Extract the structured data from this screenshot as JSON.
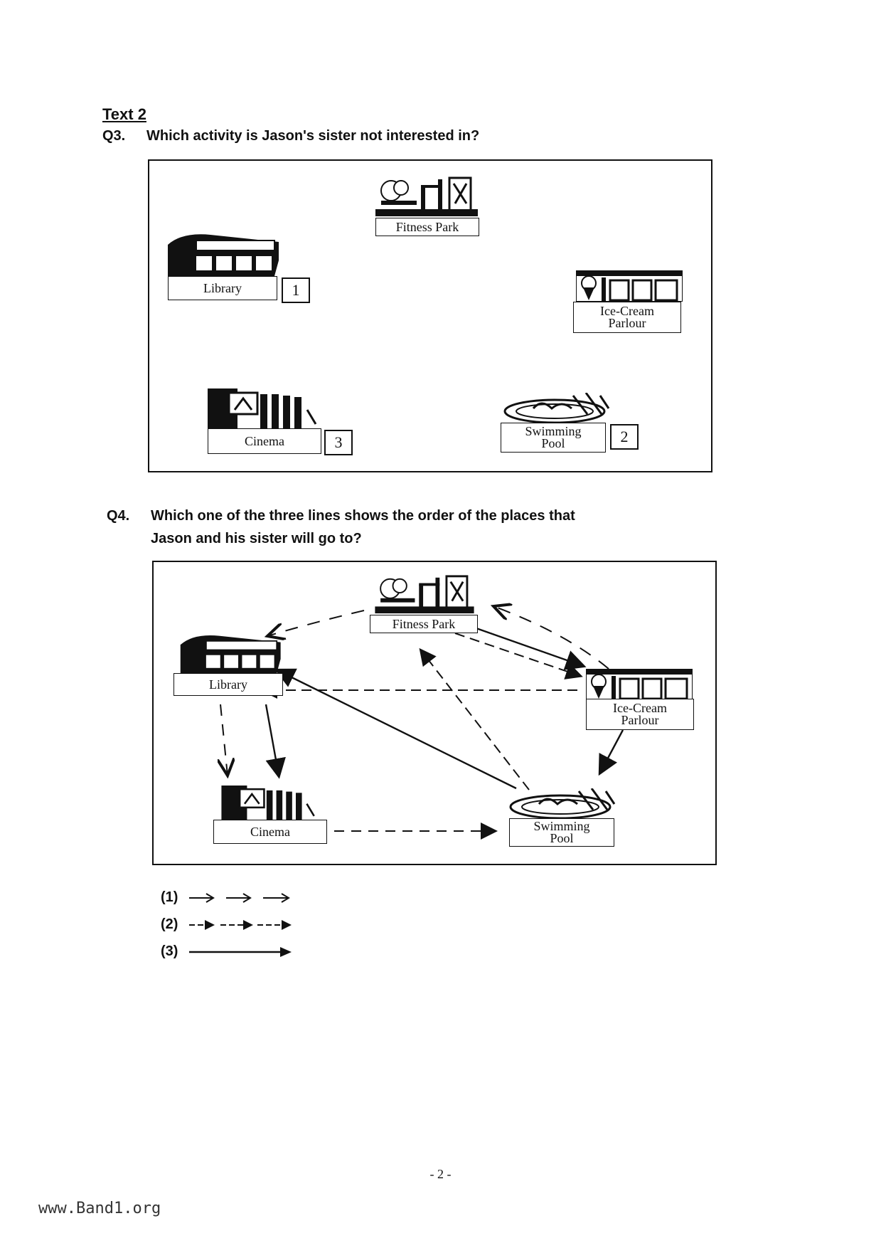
{
  "section": {
    "title": "Text 2"
  },
  "q3": {
    "number": "Q3.",
    "text": "Which activity is Jason's sister not interested in?",
    "places": {
      "fitness": "Fitness Park",
      "library": "Library",
      "icecream": [
        "Ice-Cream",
        "Parlour"
      ],
      "cinema": "Cinema",
      "pool": [
        "Swimming",
        "Pool"
      ]
    },
    "numbers": {
      "library": "1",
      "pool": "2",
      "cinema": "3"
    }
  },
  "q4": {
    "number": "Q4.",
    "text_line1": "Which one of the three lines shows the order of the places that",
    "text_line2": "Jason and his sister will go to?",
    "places": {
      "fitness": "Fitness Park",
      "library": "Library",
      "icecream": [
        "Ice-Cream",
        "Parlour"
      ],
      "cinema": "Cinema",
      "pool": [
        "Swimming",
        "Pool"
      ]
    },
    "legend": [
      "(1)",
      "(2)",
      "(3)"
    ]
  },
  "page_number": "- 2 -",
  "footer": "www.Band1.org"
}
